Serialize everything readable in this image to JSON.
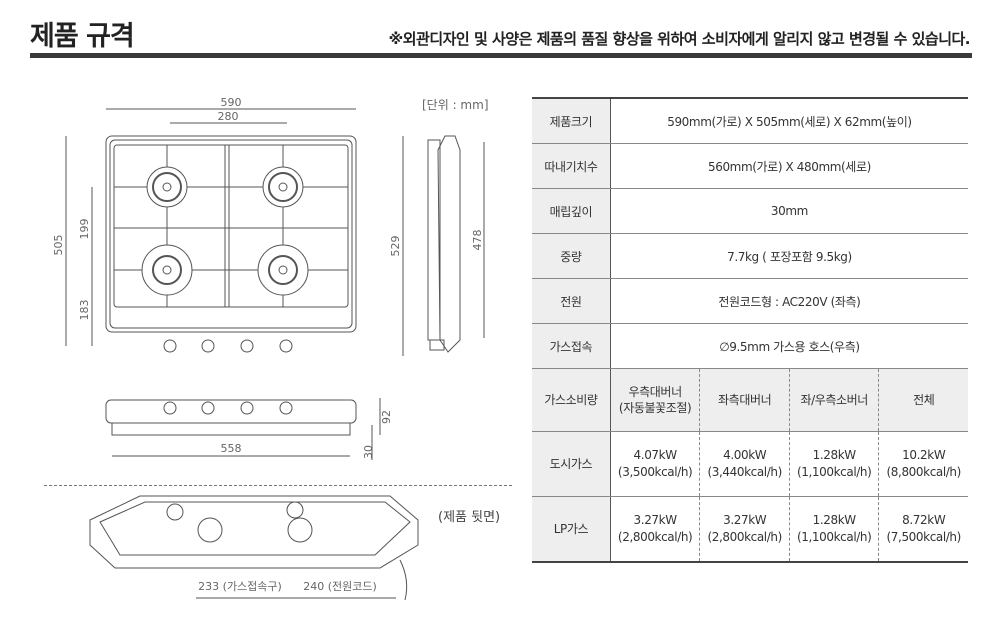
{
  "header": {
    "title": "제품 규격",
    "notice": "※외관디자인 및 사양은 제품의 품질 향상을 위하여 소비자에게 알리지 않고 변경될 수 있습니다."
  },
  "drawing": {
    "unit": "[단위 : mm]",
    "dims": {
      "width": "590",
      "burner_spacing": "280",
      "depth": "505",
      "upper": "199",
      "lower": "183",
      "side_total": "529",
      "side_inner": "478",
      "bottom_width": "558",
      "height": "92",
      "bottom_height": "30"
    },
    "back_view_label": "(제품 뒷면)",
    "gas_inlet": "233 (가스접속구)",
    "power_cord": "240 (전원코드)"
  },
  "spec": {
    "rows": [
      {
        "label": "제품크기",
        "value": "590mm(가로) X 505mm(세로) X 62mm(높이)"
      },
      {
        "label": "따내기치수",
        "value": "560mm(가로) X 480mm(세로)"
      },
      {
        "label": "매립깊이",
        "value": "30mm"
      },
      {
        "label": "중량",
        "value": "7.7kg ( 포장포함 9.5kg)"
      },
      {
        "label": "전원",
        "value": "전원코드형 : AC220V (좌측)"
      },
      {
        "label": "가스접속",
        "value": "∅9.5mm 가스용 호스(우측)"
      }
    ],
    "consumption": {
      "label": "가스소비량",
      "columns": [
        [
          "우측대버너",
          "(자동불꽃조절)"
        ],
        [
          "좌측대버너",
          ""
        ],
        [
          "좌/우측소버너",
          ""
        ],
        [
          "전체",
          ""
        ]
      ],
      "rows": [
        {
          "label": "도시가스",
          "values": [
            [
              "4.07kW",
              "(3,500kcal/h)"
            ],
            [
              "4.00kW",
              "(3,440kcal/h)"
            ],
            [
              "1.28kW",
              "(1,100kcal/h)"
            ],
            [
              "10.2kW",
              "(8,800kcal/h)"
            ]
          ]
        },
        {
          "label": "LP가스",
          "values": [
            [
              "3.27kW",
              "(2,800kcal/h)"
            ],
            [
              "3.27kW",
              "(2,800kcal/h)"
            ],
            [
              "1.28kW",
              "(1,100kcal/h)"
            ],
            [
              "8.72kW",
              "(7,500kcal/h)"
            ]
          ]
        }
      ]
    }
  }
}
